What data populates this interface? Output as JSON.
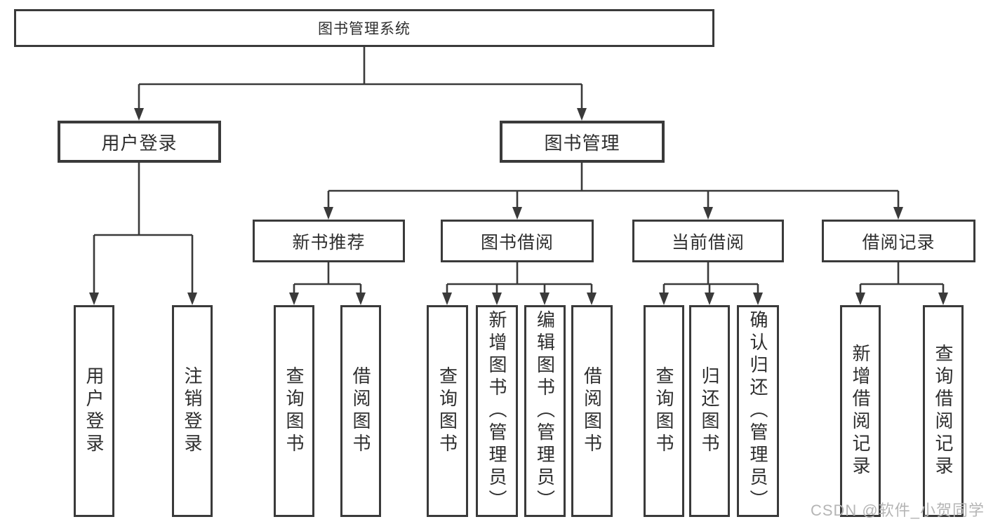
{
  "diagram": {
    "root": "图书管理系统",
    "level2": [
      "用户登录",
      "图书管理"
    ],
    "level3": [
      "新书推荐",
      "图书借阅",
      "当前借阅",
      "借阅记录"
    ],
    "leaves": {
      "user_login": [
        "用户登录",
        "注销登录"
      ],
      "new_book_recommend": [
        "查询图书",
        "借阅图书"
      ],
      "book_borrow": [
        "查询图书",
        "新增图书（管理员）",
        "编辑图书（管理员）",
        "借阅图书"
      ],
      "current_borrow": [
        "查询图书",
        "归还图书",
        "确认归还（管理员）"
      ],
      "borrow_records": [
        "新增借阅记录",
        "查询借阅记录"
      ]
    }
  },
  "watermark": "CSDN @软件_小贺同学",
  "colors": {
    "line": "#3a3a3a",
    "box_border": "#3a3a3a",
    "text": "#2e2e2e",
    "watermark": "#b5b5b5",
    "background": "#ffffff"
  }
}
